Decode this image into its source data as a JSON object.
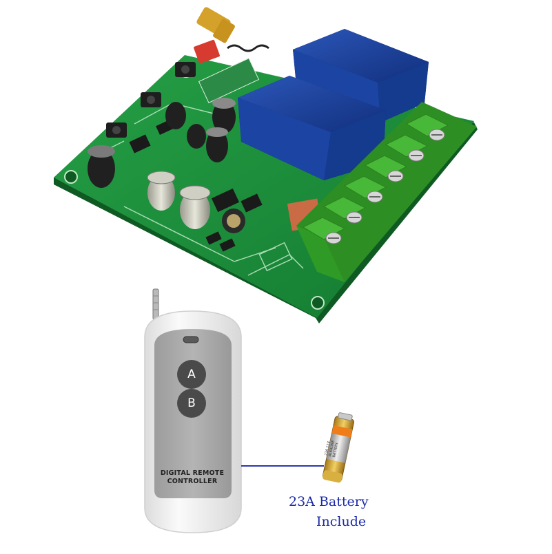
{
  "remote": {
    "buttons": [
      {
        "label": "A"
      },
      {
        "label": "B"
      }
    ],
    "panel_line1": "DIGITAL REMOTE",
    "panel_line2": "CONTROLLER"
  },
  "battery": {
    "marking_line1": "23A 12V",
    "marking_line2": "ALKALINE",
    "marking_line3": "BATTERY"
  },
  "caption": {
    "line1": "23A Battery",
    "line2": "Include"
  },
  "colors": {
    "pcb_green": "#1c8a3a",
    "relay_blue": "#1a3f9b",
    "terminal_green": "#3fae2f",
    "remote_body": "#f3f3f3",
    "remote_panel": "#a9a9a9",
    "caption_blue": "#1a2aa8"
  }
}
